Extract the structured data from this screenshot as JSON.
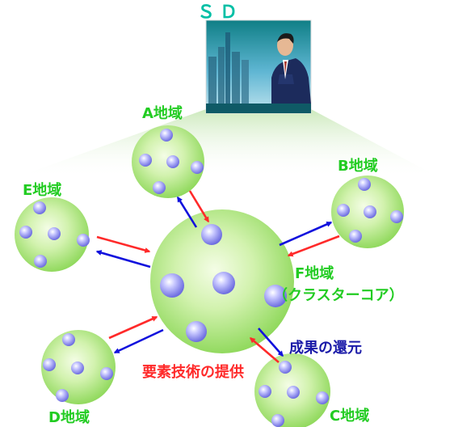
{
  "header_text": "ＳＤ",
  "portrait_label": "SD",
  "regions": {
    "A": {
      "label": "A地域"
    },
    "B": {
      "label": "B地域"
    },
    "C": {
      "label": "C地域"
    },
    "D": {
      "label": "D地域"
    },
    "E": {
      "label": "E地域"
    },
    "F": {
      "label": "F地域",
      "sublabel": "（クラスターコア）"
    }
  },
  "flows": {
    "provide_label": "要素技術の提供",
    "return_label": "成果の還元"
  },
  "colors": {
    "region_text": "#22cc22",
    "provide": "#ff2a2a",
    "return": "#1111dd",
    "return_text": "#1a1aa8",
    "sphere": "#9be36a",
    "node": "#8f8ff0",
    "header": "#00bfa5"
  }
}
